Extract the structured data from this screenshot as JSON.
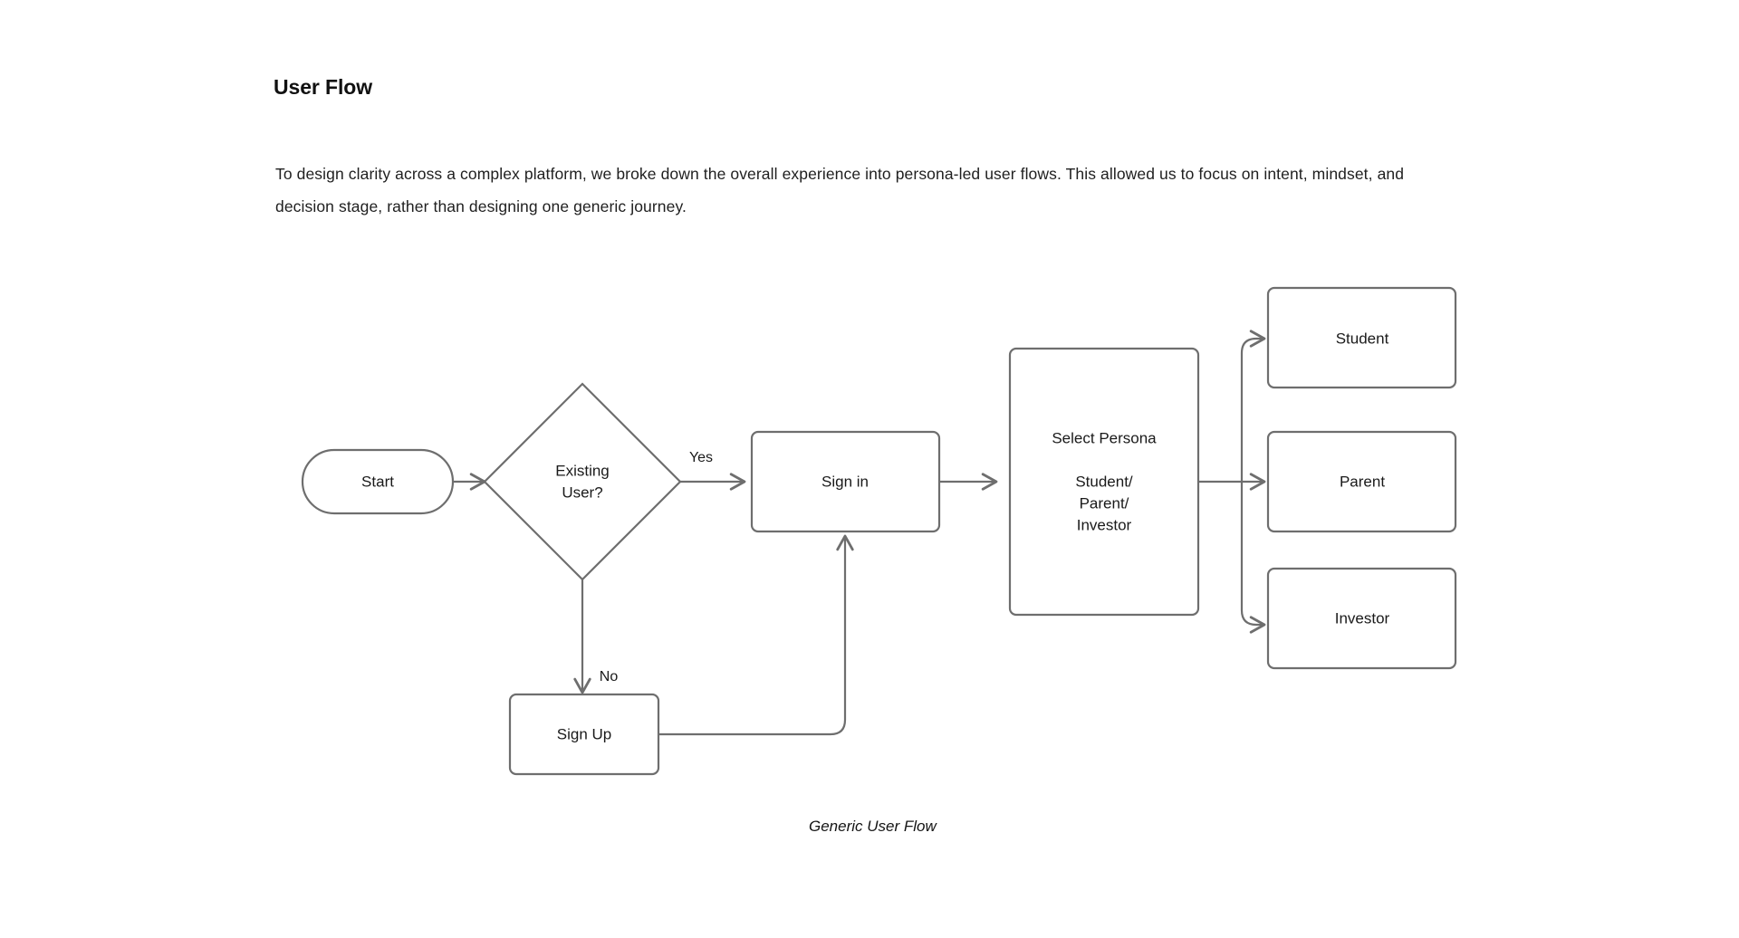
{
  "page": {
    "title": "User Flow",
    "intro": "To design clarity across a complex platform, we broke down the overall experience into persona-led user flows. This allowed us to focus on intent, mindset, and decision stage, rather than designing one generic journey.",
    "caption": "Generic User Flow"
  },
  "colors": {
    "stroke": "#6e6e6e",
    "node_fill": "#ffffff",
    "text": "#1a1a1a",
    "background": "#ffffff"
  },
  "diagram": {
    "type": "flowchart",
    "nodes": [
      {
        "id": "start",
        "shape": "stadium",
        "label": "Start"
      },
      {
        "id": "existing_user",
        "shape": "diamond",
        "label_line1": "Existing",
        "label_line2": "User?"
      },
      {
        "id": "sign_in",
        "shape": "rectangle",
        "label": "Sign in"
      },
      {
        "id": "sign_up",
        "shape": "rectangle",
        "label": "Sign Up"
      },
      {
        "id": "select_persona",
        "shape": "rectangle",
        "label_line1": "Select Persona",
        "label_line2": "Student/",
        "label_line3": "Parent/",
        "label_line4": "Investor"
      },
      {
        "id": "student",
        "shape": "rectangle",
        "label": "Student"
      },
      {
        "id": "parent",
        "shape": "rectangle",
        "label": "Parent"
      },
      {
        "id": "investor",
        "shape": "rectangle",
        "label": "Investor"
      }
    ],
    "edges": [
      {
        "from": "start",
        "to": "existing_user",
        "label": ""
      },
      {
        "from": "existing_user",
        "to": "sign_in",
        "label": "Yes"
      },
      {
        "from": "existing_user",
        "to": "sign_up",
        "label": "No"
      },
      {
        "from": "sign_up",
        "to": "sign_in",
        "label": ""
      },
      {
        "from": "sign_in",
        "to": "select_persona",
        "label": ""
      },
      {
        "from": "select_persona",
        "to": "student",
        "label": ""
      },
      {
        "from": "select_persona",
        "to": "parent",
        "label": ""
      },
      {
        "from": "select_persona",
        "to": "investor",
        "label": ""
      }
    ]
  }
}
